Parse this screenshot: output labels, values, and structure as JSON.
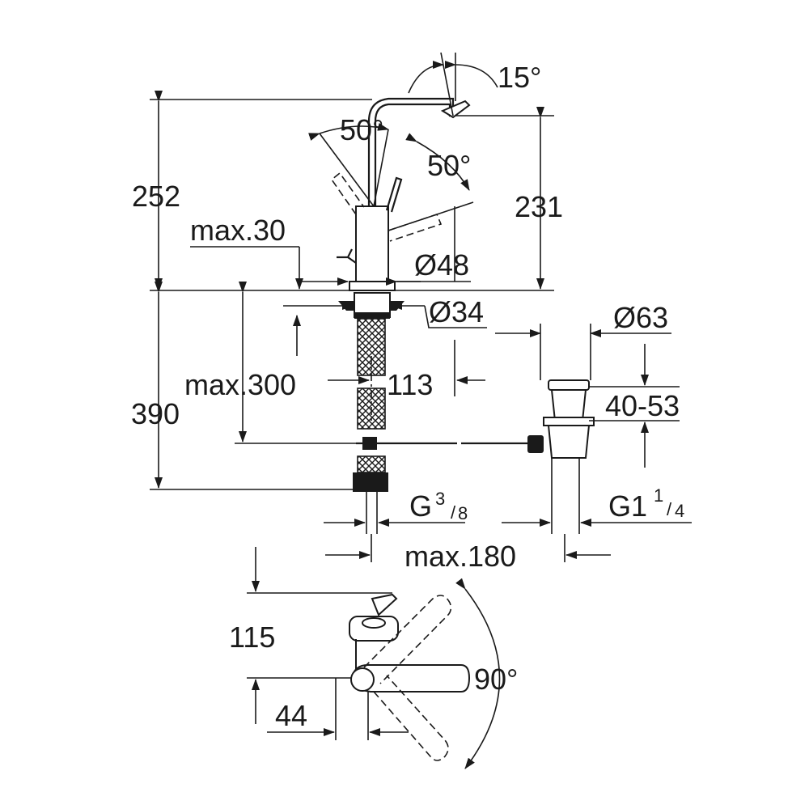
{
  "dimensions": {
    "angle_spout": "15°",
    "angle_lever_left": "50°",
    "angle_lever_right": "50°",
    "height_total": "252",
    "height_spout": "231",
    "max_deck": "max.30",
    "dia_body": "Ø48",
    "dia_shank": "Ø34",
    "dia_waste": "Ø63",
    "depth_under": "390",
    "max_rod": "max.300",
    "offset_rod": "113",
    "waste_range": "40-53",
    "conn_left_main": "G",
    "conn_left_num": "3",
    "conn_left_den": "8",
    "conn_right_main": "G1",
    "conn_right_num": "1",
    "conn_right_den": "4",
    "max_reach": "max.180",
    "plan_depth": "115",
    "plan_offset": "44",
    "rotation": "90°"
  }
}
